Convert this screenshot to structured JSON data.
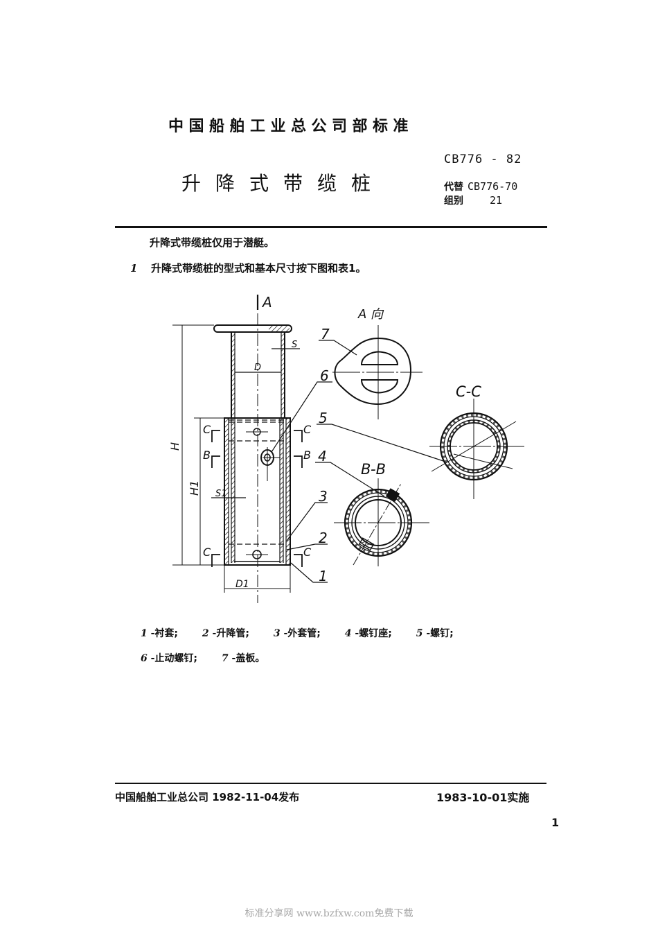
{
  "header": {
    "organization_standard": "中国船舶工业总公司部标准",
    "title": "升降式带缆桩",
    "standard_number": "CB776 - 82",
    "replaces_label": "代替",
    "replaces_value": "CB776-70",
    "group_label": "组别",
    "group_value": "21"
  },
  "body": {
    "intro": "升降式带缆桩仅用于潜艇。",
    "clause_1_number": "1",
    "clause_1_text": "升降式带缆桩的型式和基本尺寸按下图和表1。"
  },
  "figure": {
    "view_labels": {
      "section_arrow": "A",
      "view_a": "A 向",
      "section_cc": "C-C",
      "section_bb": "B-B"
    },
    "dimension_labels": [
      "H",
      "H1",
      "D",
      "D1",
      "S",
      "S1"
    ],
    "section_marks": [
      "C",
      "C",
      "B",
      "B",
      "C",
      "C"
    ],
    "callouts": [
      "1",
      "2",
      "3",
      "4",
      "5",
      "6",
      "7"
    ]
  },
  "legend": {
    "row1": [
      {
        "number": "1",
        "label": "-衬套;"
      },
      {
        "number": "2",
        "label": "-升降管;"
      },
      {
        "number": "3",
        "label": "-外套管;"
      },
      {
        "number": "4",
        "label": "-螺钉座;"
      },
      {
        "number": "5",
        "label": "-螺钉;"
      }
    ],
    "row2": [
      {
        "number": "6",
        "label": "-止动螺钉;"
      },
      {
        "number": "7",
        "label": "-盖板。"
      }
    ]
  },
  "footer": {
    "issued": "中国船舶工业总公司 1982-11-04发布",
    "effective": "1983-10-01实施",
    "page_number": "1"
  },
  "watermark": "标准分享网 www.bzfxw.com免费下载"
}
